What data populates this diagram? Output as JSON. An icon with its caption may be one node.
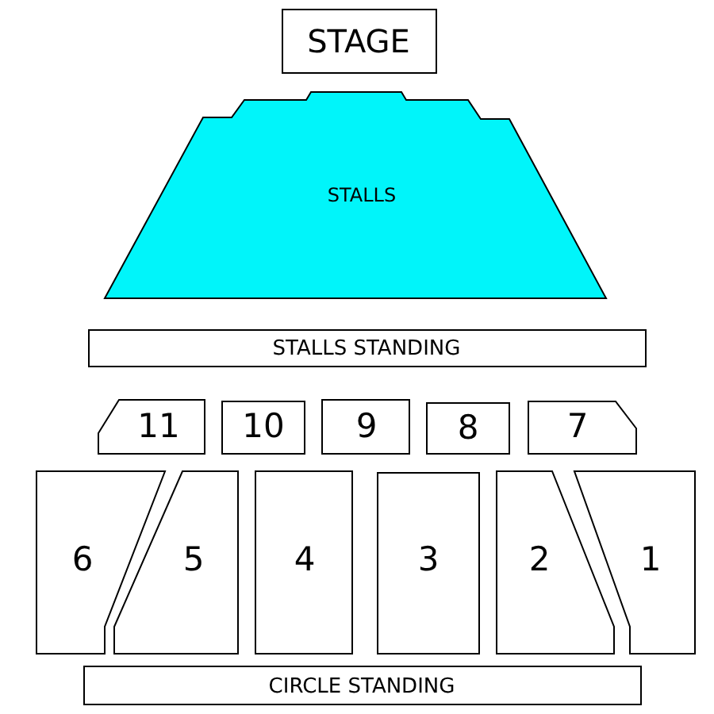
{
  "diagram": {
    "nodes": [
      {
        "text": [
          "STAGE"
        ]
      },
      {
        "text": [
          "STALLS"
        ]
      },
      {
        "text": [
          "STALLS STANDING"
        ]
      },
      {
        "text": [
          "11"
        ]
      },
      {
        "text": [
          "10"
        ]
      },
      {
        "text": [
          "9"
        ]
      },
      {
        "text": [
          "8"
        ]
      },
      {
        "text": [
          "7"
        ]
      },
      {
        "text": [
          "6"
        ]
      },
      {
        "text": [
          "5"
        ]
      },
      {
        "text": [
          "4"
        ]
      },
      {
        "text": [
          "3"
        ]
      },
      {
        "text": [
          "2"
        ]
      },
      {
        "text": [
          "1"
        ]
      },
      {
        "text": [
          "CIRCLE STANDING"
        ]
      }
    ],
    "edges": []
  }
}
